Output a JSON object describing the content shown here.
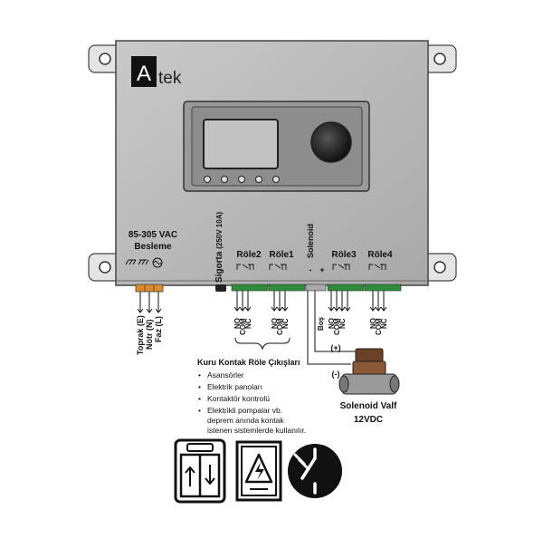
{
  "brand": {
    "logo_letter": "A",
    "logo_rest": "tek"
  },
  "power": {
    "voltage": "85-305 VAC",
    "supply": "Besleme",
    "wires": [
      "Toprak (E)",
      "Nötr (N)",
      "Faz (L)"
    ]
  },
  "fuse": {
    "label": "Sigorta",
    "rating": "(250V 10A)"
  },
  "relays": [
    {
      "name": "Röle2",
      "terminals": [
        "NO",
        "COM",
        "NC"
      ]
    },
    {
      "name": "Röle1",
      "terminals": [
        "NO",
        "COM",
        "NC"
      ]
    },
    {
      "name": "Röle3",
      "terminals": [
        "NO",
        "COM",
        "NC"
      ]
    },
    {
      "name": "Röle4",
      "terminals": [
        "NO",
        "COM",
        "NC"
      ]
    }
  ],
  "solenoid": {
    "label": "Solenoid",
    "free_terminal": "Boş",
    "minus": "-",
    "plus": "+",
    "pos": "(+)",
    "neg": "(-)",
    "valve_name": "Solenoid Valf",
    "valve_voltage": "12VDC"
  },
  "dry_contact": {
    "title": "Kuru Kontak Röle Çıkışları",
    "items": [
      "Asansörler",
      "Elektrik panoları",
      "Kontaktör kontrolü",
      "Elektrikli pompalar vb.",
      "deprem anında kontak",
      "istenen sistemlerde kullanılır."
    ]
  },
  "icons": [
    "elevator-icon",
    "electric-panel-icon",
    "power-switch-icon"
  ]
}
